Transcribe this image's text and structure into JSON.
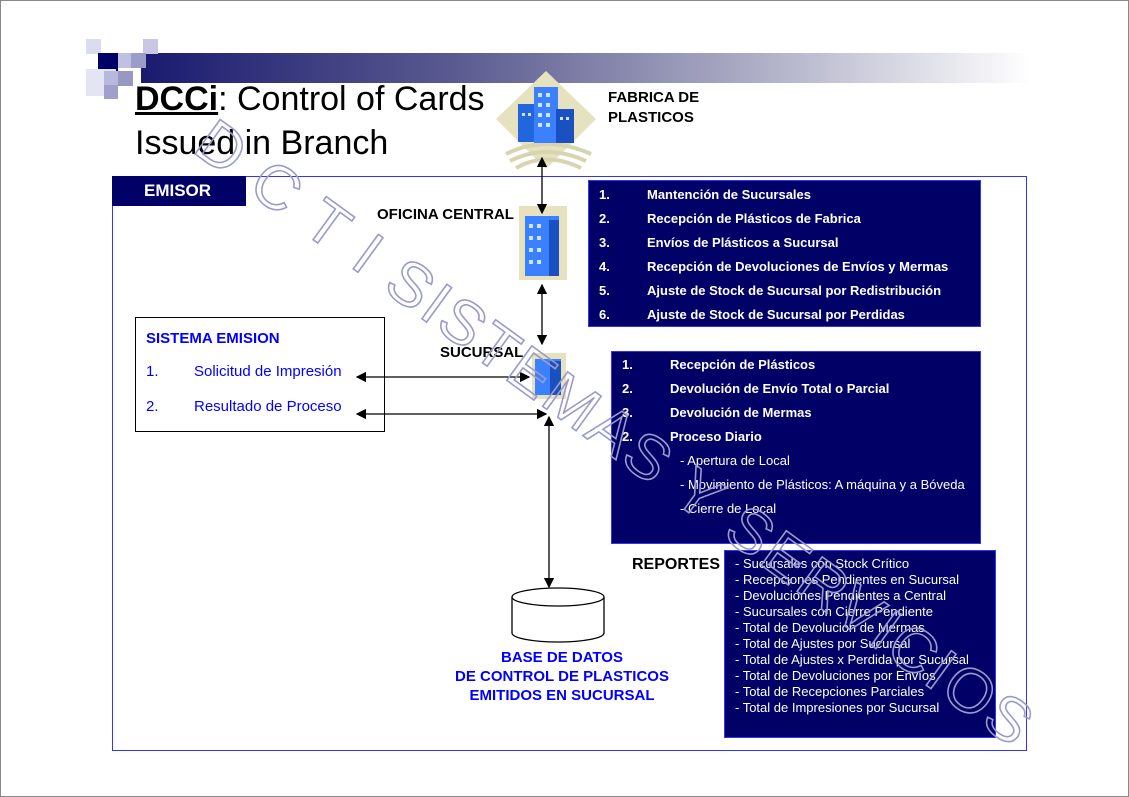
{
  "title": {
    "bold": "DCCi",
    "rest": ": Control of Cards",
    "line2": "Issued in Branch"
  },
  "labels": {
    "fabrica1": "FABRICA DE",
    "fabrica2": "PLASTICOS",
    "oficina": "OFICINA CENTRAL",
    "sucursal": "SUCURSAL",
    "emisor": "EMISOR",
    "reportes": "REPORTES"
  },
  "central_tasks": [
    {
      "n": "1.",
      "t": "Mantención de Sucursales"
    },
    {
      "n": "2.",
      "t": "Recepción de Plásticos de Fabrica"
    },
    {
      "n": "3.",
      "t": "Envíos de Plásticos a Sucursal"
    },
    {
      "n": "4.",
      "t": "Recepción de Devoluciones de Envíos y Mermas"
    },
    {
      "n": "5.",
      "t": "Ajuste de Stock de Sucursal por Redistribución"
    },
    {
      "n": "6.",
      "t": "Ajuste de Stock de Sucursal por Perdidas"
    }
  ],
  "branch_tasks": [
    {
      "n": "1.",
      "t": "Recepción de Plásticos"
    },
    {
      "n": "2.",
      "t": "Devolución de Envío Total o Parcial"
    },
    {
      "n": "3.",
      "t": "Devolución de Mermas"
    },
    {
      "n": "2.",
      "t": "Proceso Diario"
    }
  ],
  "daily_process": [
    "- Apertura de Local",
    "- Movimiento de Plásticos: A máquina y a Bóveda",
    "- Cierre de Local"
  ],
  "sistema_emision": {
    "title": "SISTEMA EMISION",
    "items": [
      {
        "n": "1.",
        "t": "Solicitud de Impresión"
      },
      {
        "n": "2.",
        "t": "Resultado de Proceso"
      }
    ]
  },
  "reports": [
    "- Sucursales con Stock Crítico",
    "- Recepciones Pendientes en Sucursal",
    "- Devoluciones Pendientes a Central",
    "- Sucursales con Cierre Pendiente",
    "- Total de Devolución de Mermas",
    "- Total de Ajustes por Sucursal",
    "- Total de Ajustes x Perdida por Sucursal",
    "- Total de Devoluciones por Envíos",
    "- Total de Recepciones Parciales",
    "- Total de Impresiones por Sucursal"
  ],
  "database": [
    "BASE DE DATOS",
    "DE CONTROL DE PLASTICOS",
    "EMITIDOS EN SUCURSAL"
  ],
  "watermark": "D C T I SISTEMAS Y SERVICIOS",
  "colors": {
    "navy": "#000066",
    "blue": "#0000ff"
  }
}
